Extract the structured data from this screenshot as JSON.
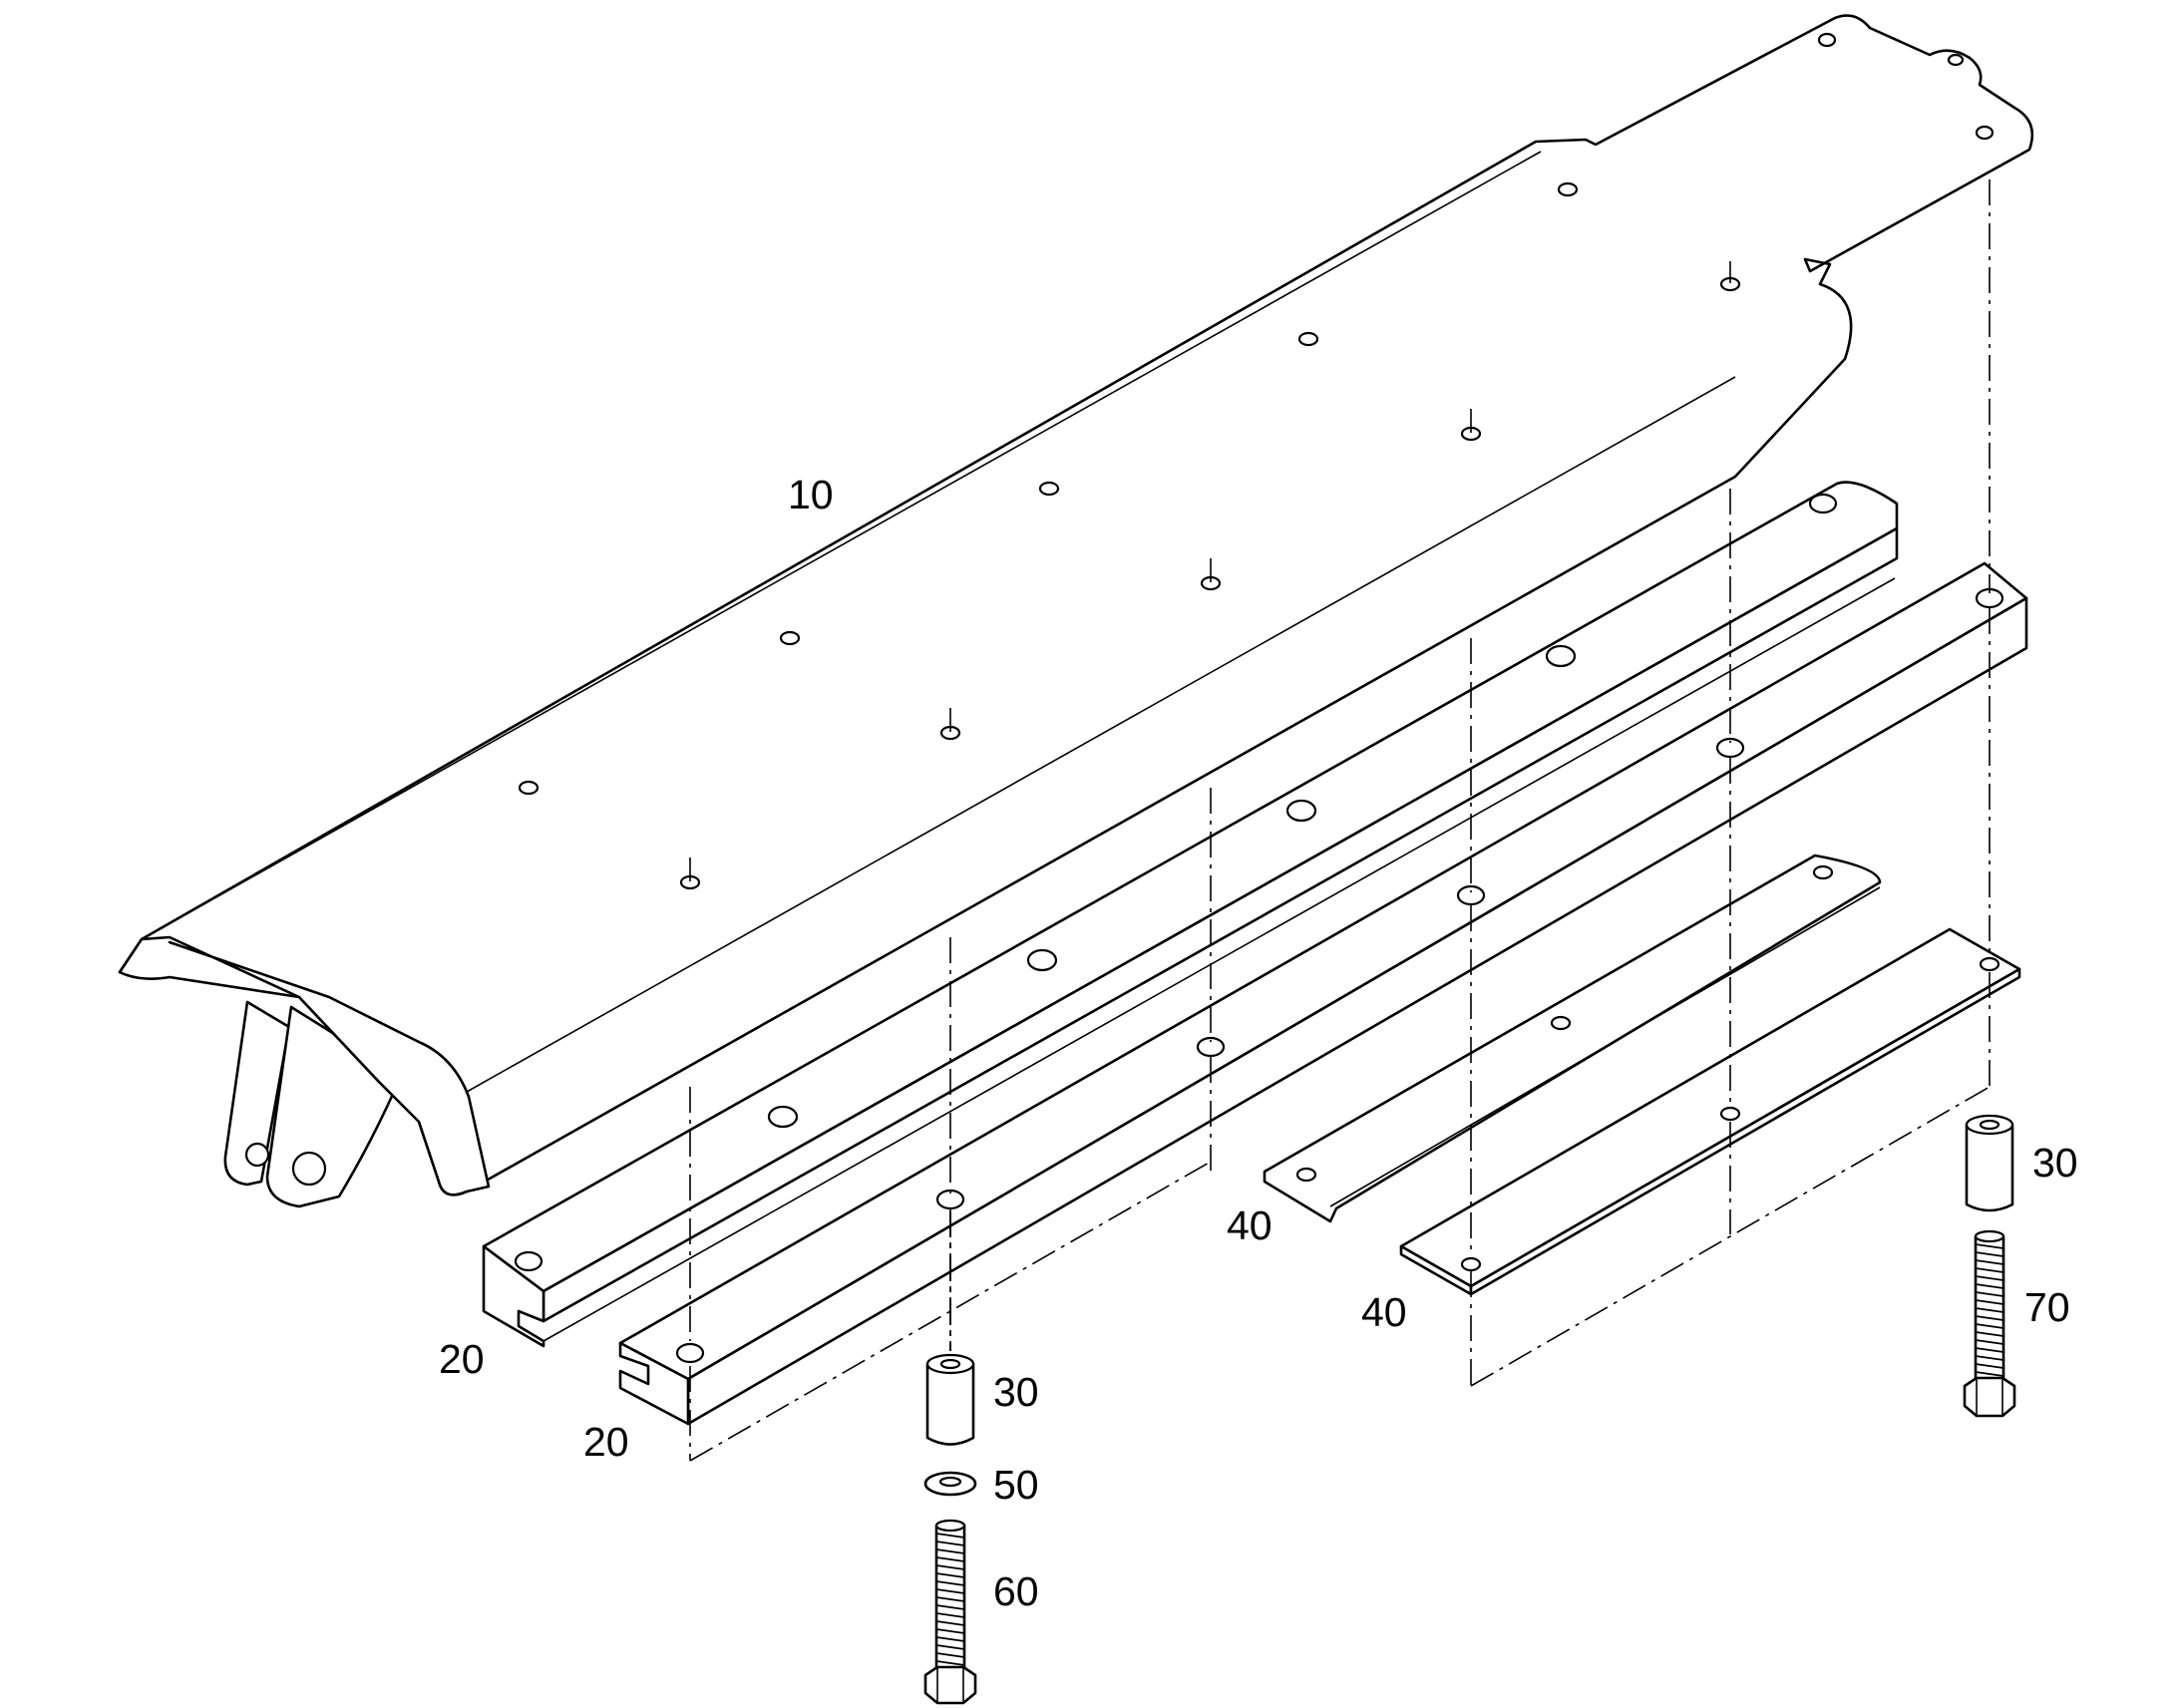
{
  "callouts": {
    "c10": "10",
    "c20a": "20",
    "c20b": "20",
    "c30a": "30",
    "c30b": "30",
    "c40a": "40",
    "c40b": "40",
    "c50": "50",
    "c60": "60",
    "c70": "70"
  }
}
